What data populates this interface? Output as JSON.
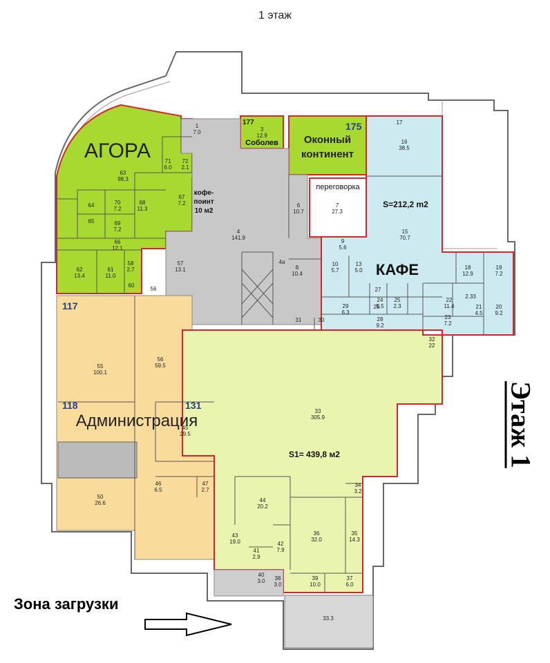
{
  "floor_title": "1 этаж",
  "side_label": "Этаж 1",
  "loading_zone": "Зона загрузки",
  "colors": {
    "agora": "#a8d930",
    "soboleva": "#a8d930",
    "okonny": "#a8d930",
    "kafe": "#cdeaf0",
    "admin": "#f9dc9c",
    "main_hall": "#e9f4ae",
    "service": "#c8c8c8",
    "outline": "#d8232a",
    "wall": "#555555"
  },
  "zones": {
    "agora": "АГОРА",
    "okonny": "Оконный\nконтинент",
    "kafe": "КАФЕ",
    "admin": "Администрация",
    "soboleva": "Соболев",
    "kofe": "кофе-\nпоинт\n10 м2",
    "peregovorka": "переговорка",
    "kafe_area": "S=212,2 m2",
    "hall_area": "S1= 439,8 м2"
  },
  "unit_numbers": {
    "u117": "117",
    "u118": "118",
    "u131": "131",
    "u175": "175",
    "u177": "177"
  },
  "rooms": [
    {
      "id": "1",
      "area": "7.0"
    },
    {
      "id": "3",
      "area": "12.9"
    },
    {
      "id": "4",
      "area": "141.9"
    },
    {
      "id": "4a",
      "area": ""
    },
    {
      "id": "6",
      "area": "10.7"
    },
    {
      "id": "7",
      "area": "27.3"
    },
    {
      "id": "8",
      "area": "10.4"
    },
    {
      "id": "9",
      "area": "5.6"
    },
    {
      "id": "10",
      "area": "5.7"
    },
    {
      "id": "13",
      "area": "5.0"
    },
    {
      "id": "15",
      "area": "70.7"
    },
    {
      "id": "16",
      "area": "38.5"
    },
    {
      "id": "17",
      "area": ""
    },
    {
      "id": "18",
      "area": "12.9"
    },
    {
      "id": "19",
      "area": "7.2"
    },
    {
      "id": "20",
      "area": "9.2"
    },
    {
      "id": "21",
      "area": "4.5"
    },
    {
      "id": "22",
      "area": "11.4"
    },
    {
      "id": "23",
      "area": "7.2"
    },
    {
      "id": "24",
      "area": "5.5"
    },
    {
      "id": "25",
      "area": "2.3"
    },
    {
      "id": "26",
      "area": ""
    },
    {
      "id": "27",
      "area": ""
    },
    {
      "id": "28",
      "area": "9.2"
    },
    {
      "id": "29",
      "area": "6.3"
    },
    {
      "id": "30",
      "area": ""
    },
    {
      "id": "31",
      "area": ""
    },
    {
      "id": "32",
      "area": "22"
    },
    {
      "id": "33",
      "area": "305.9"
    },
    {
      "id": "34",
      "area": "3.2"
    },
    {
      "id": "35",
      "area": "14.3"
    },
    {
      "id": "36",
      "area": "32.0"
    },
    {
      "id": "37",
      "area": "6.0"
    },
    {
      "id": "38",
      "area": "3.0"
    },
    {
      "id": "39",
      "area": "10.0"
    },
    {
      "id": "40",
      "area": "3.0"
    },
    {
      "id": "41",
      "area": "2.9"
    },
    {
      "id": "42",
      "area": "7.9"
    },
    {
      "id": "43",
      "area": "19.0"
    },
    {
      "id": "44",
      "area": "20.2"
    },
    {
      "id": "45",
      "area": "29.5"
    },
    {
      "id": "46",
      "area": "6.5"
    },
    {
      "id": "47",
      "area": "2.7"
    },
    {
      "id": "50",
      "area": "26.6"
    },
    {
      "id": "55",
      "area": "100.1"
    },
    {
      "id": "56",
      "area": "59.5"
    },
    {
      "id": "57",
      "area": "13.1"
    },
    {
      "id": "58",
      "area": "2.7"
    },
    {
      "id": "60",
      "area": ""
    },
    {
      "id": "61",
      "area": "11.0"
    },
    {
      "id": "62",
      "area": "13.4"
    },
    {
      "id": "63",
      "area": "98.3"
    },
    {
      "id": "64",
      "area": ""
    },
    {
      "id": "65",
      "area": ""
    },
    {
      "id": "66",
      "area": "12.1"
    },
    {
      "id": "67",
      "area": "7.2"
    },
    {
      "id": "68",
      "area": "11.3"
    },
    {
      "id": "69",
      "area": "7.2"
    },
    {
      "id": "70",
      "area": "7.2"
    },
    {
      "id": "71",
      "area": "6.0"
    },
    {
      "id": "72",
      "area": "2.1"
    },
    {
      "id": "loading",
      "area": "33.3"
    },
    {
      "id": "2.33",
      "area": ""
    },
    {
      "id": "56b",
      "area": ""
    }
  ]
}
